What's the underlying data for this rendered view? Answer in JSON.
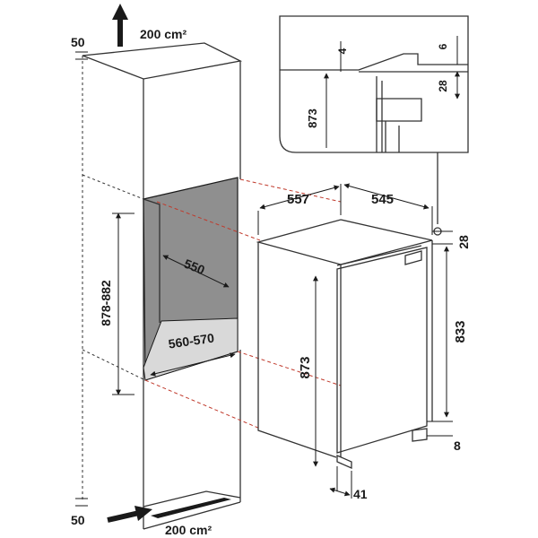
{
  "labels": {
    "vent_top": "200 cm²",
    "vent_bottom": "200 cm²",
    "gap_top": "50",
    "gap_bottom": "50",
    "niche_height": "878-882",
    "niche_depth": "550",
    "niche_width": "560-570",
    "appliance_depth": "557",
    "appliance_width": "545",
    "appliance_height": "873",
    "top_gap": "28",
    "body_height": "833",
    "foot": "8",
    "door_offset": "41",
    "detail_4": "4",
    "detail_6": "6",
    "detail_28": "28",
    "detail_873": "873"
  },
  "colors": {
    "niche_fill": "#8f8f8f",
    "hidden_edge": "#c0392b",
    "lines": "#333333"
  }
}
